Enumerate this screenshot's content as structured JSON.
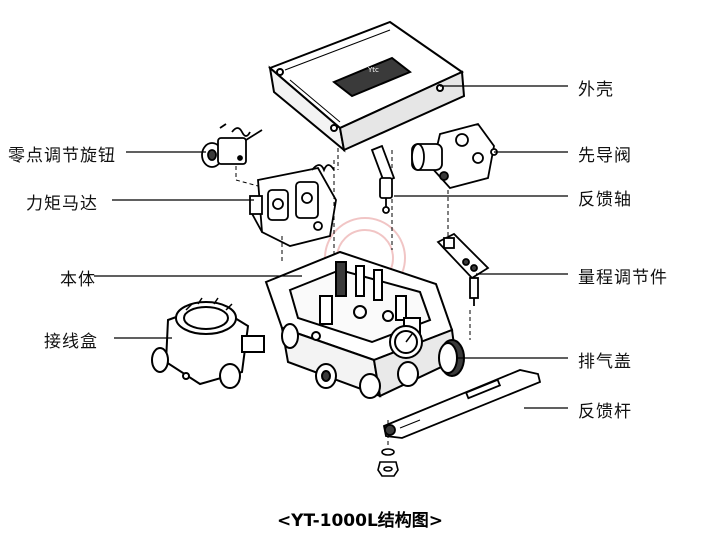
{
  "diagram": {
    "caption": "<YT-1000L结构图>",
    "badge_text": "Ytc",
    "labels": {
      "housing": "外壳",
      "pilot_valve": "先导阀",
      "feedback_shaft": "反馈轴",
      "span_adjuster": "量程调节件",
      "exhaust_cover": "排气盖",
      "feedback_lever": "反馈杆",
      "zero_knob": "零点调节旋钮",
      "torque_motor": "力矩马达",
      "body": "本体",
      "junction_box": "接线盒"
    },
    "colors": {
      "line": "#000000",
      "watermark": "#e8a0a0",
      "shade": "#3a3a3a"
    }
  }
}
